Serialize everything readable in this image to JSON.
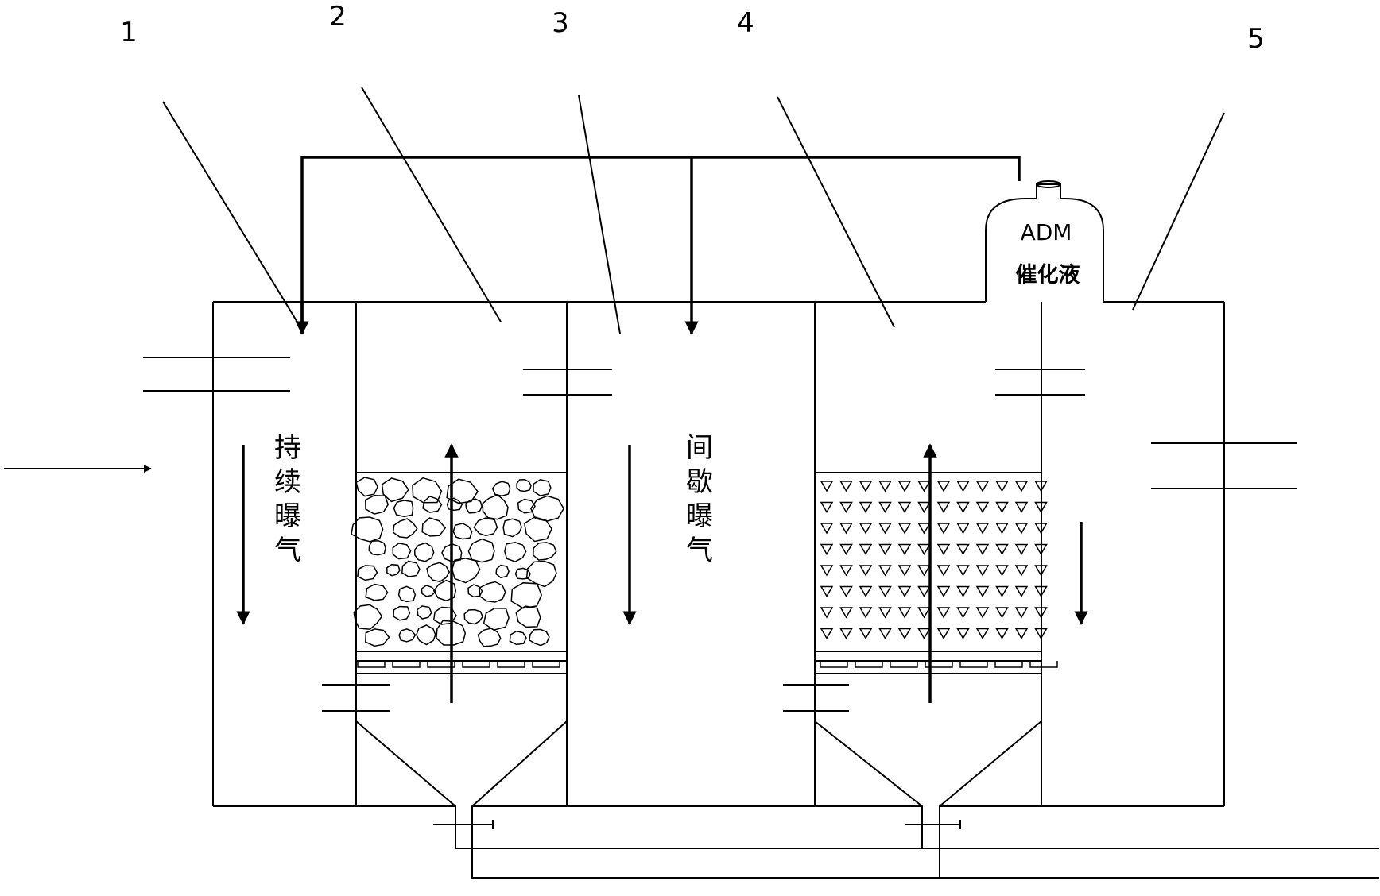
{
  "callouts": [
    "1",
    "2",
    "3",
    "4",
    "5"
  ],
  "zone_labels": {
    "continuous_aeration": [
      "持",
      "续",
      "曝",
      "气"
    ],
    "intermittent_aeration": [
      "间",
      "歇",
      "曝",
      "气"
    ]
  },
  "catalyst_tank": {
    "line1": "ADM",
    "line2": "催化液"
  }
}
